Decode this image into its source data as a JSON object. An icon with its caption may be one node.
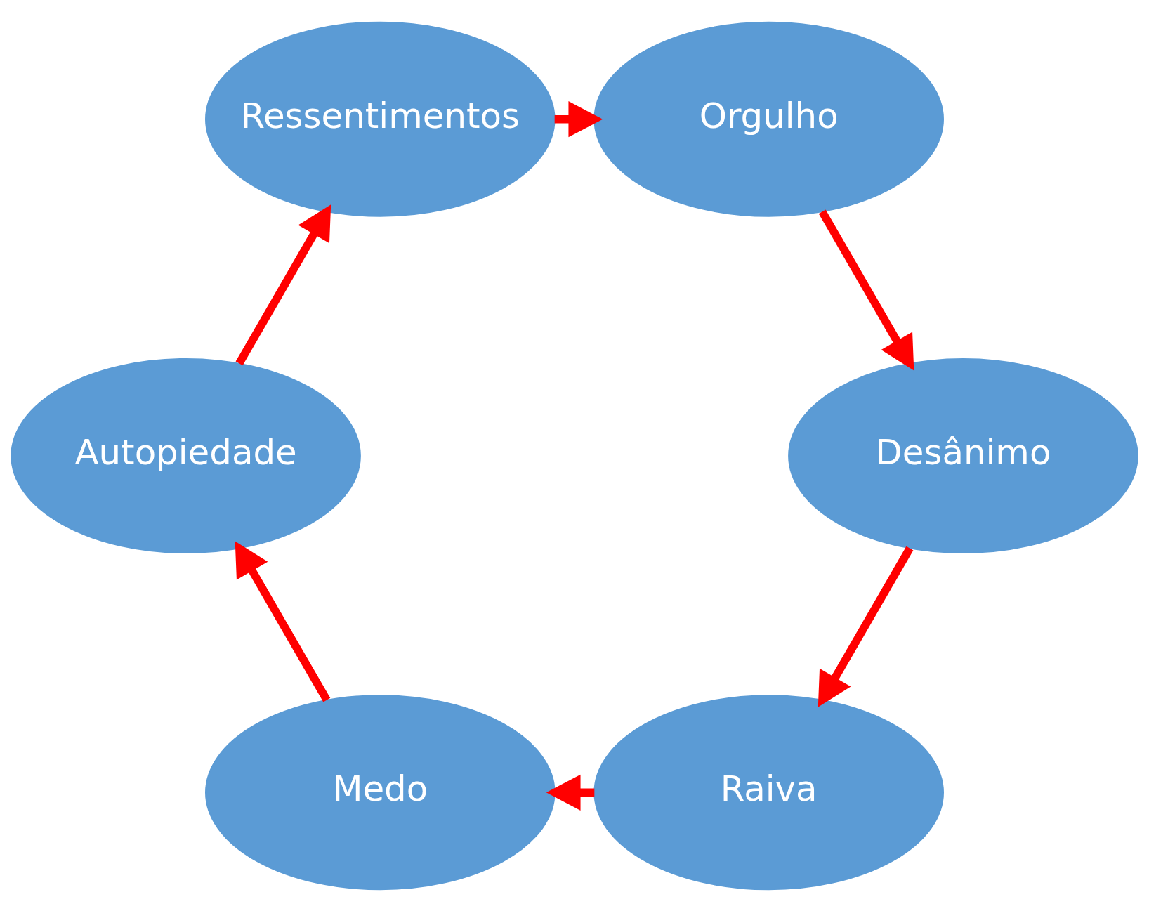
{
  "diagram": {
    "nodes": [
      {
        "text": [
          "Raiva"
        ]
      },
      {
        "text": [
          "Medo"
        ]
      },
      {
        "text": [
          "Autopiedade"
        ]
      },
      {
        "text": [
          "Ressentimentos"
        ]
      },
      {
        "text": [
          "Orgulho"
        ]
      },
      {
        "text": [
          "Desânimo"
        ]
      }
    ],
    "edges": [
      {
        "from": 0,
        "to": 1,
        "arrow": "to"
      },
      {
        "from": 1,
        "to": 2,
        "arrow": "to"
      },
      {
        "from": 2,
        "to": 3,
        "arrow": "to"
      },
      {
        "from": 3,
        "to": 4,
        "arrow": "to"
      },
      {
        "from": 4,
        "to": 5,
        "arrow": "to"
      },
      {
        "from": 5,
        "to": 0,
        "arrow": "to"
      }
    ]
  }
}
